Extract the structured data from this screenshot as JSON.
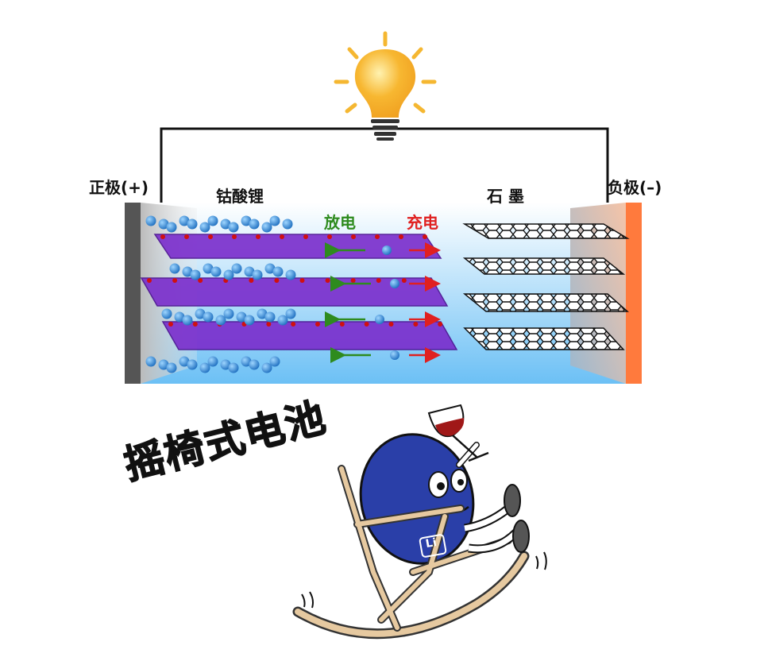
{
  "labels": {
    "cathode": "正极(+)",
    "cathode_material": "钴酸锂",
    "discharge": "放电",
    "charge": "充电",
    "anode_material": "石 墨",
    "anode": "负极(–)",
    "title": "摇椅式电池",
    "character_badge": "Li"
  },
  "colors": {
    "discharge": "#2e8b1e",
    "charge": "#e02020",
    "ion": "#1e6fc0",
    "anode_plate": "#ff7a3d",
    "cathode_plate": "#555555",
    "electrolyte_bottom": "#6cc0f5",
    "crystal": "#7a2ccc",
    "character": "#2a3fa8"
  }
}
